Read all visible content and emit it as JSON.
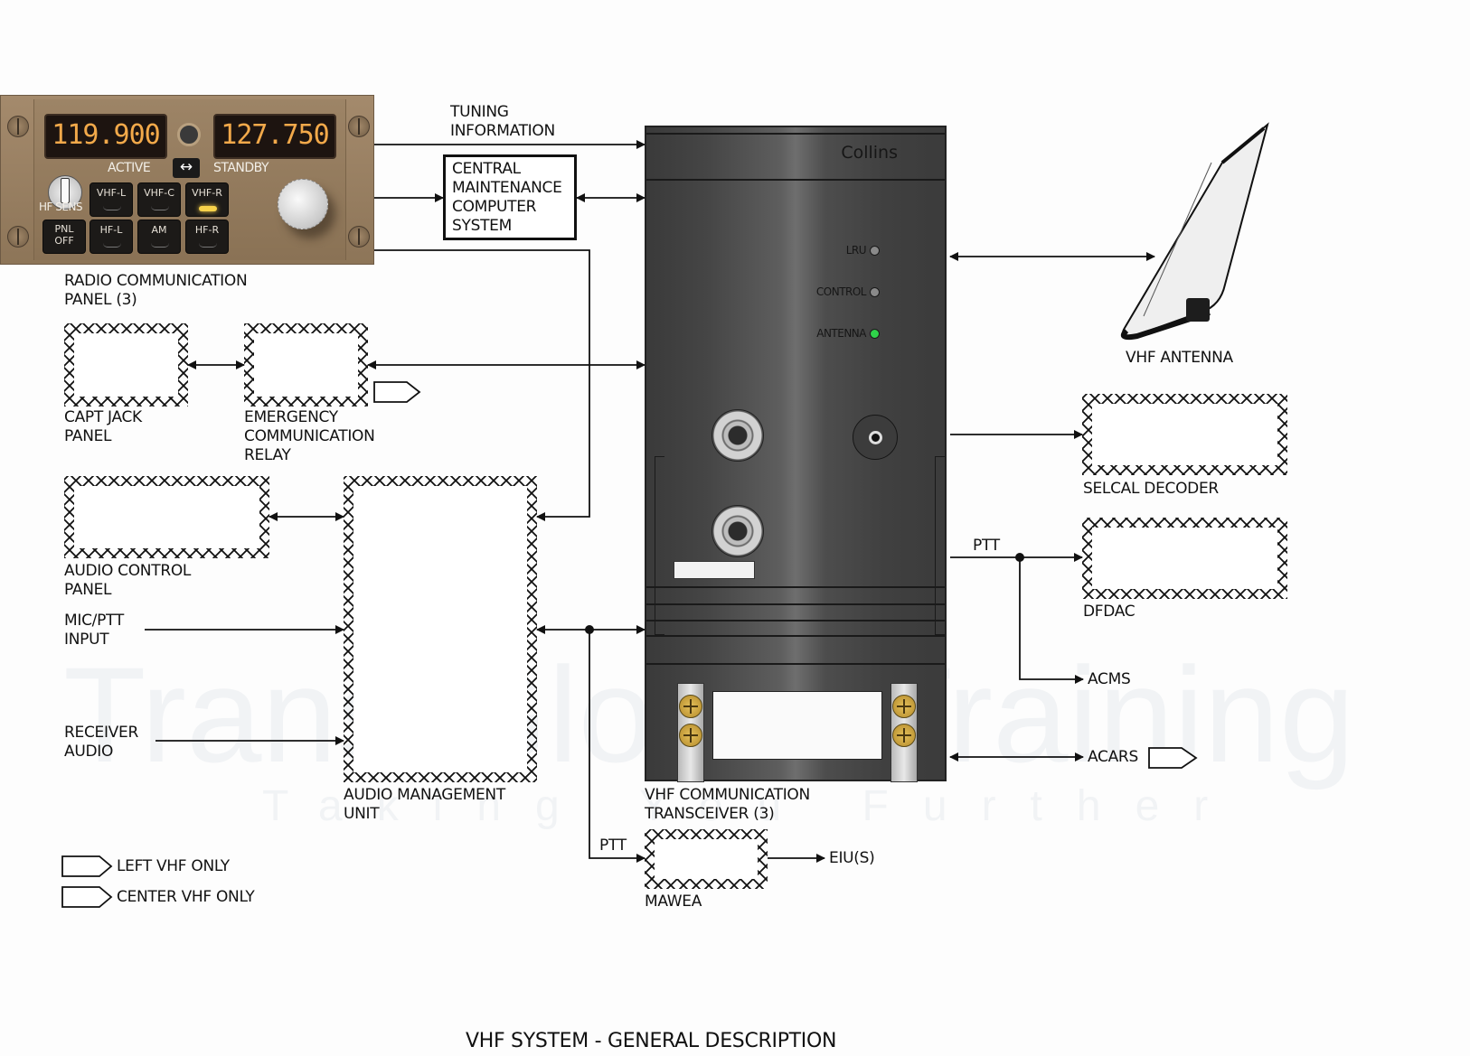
{
  "title": "VHF SYSTEM - GENERAL DESCRIPTION",
  "watermark": {
    "main": "Trans Global Training",
    "sub": "Taking You Further"
  },
  "radio_panel": {
    "label": "RADIO COMMUNICATION\nPANEL (3)",
    "active_freq": "119.900",
    "standby_freq": "127.750",
    "active_label": "ACTIVE",
    "standby_label": "STANDBY",
    "hf_sens_label": "HF SENS",
    "transfer_icon": "double-arrow-icon",
    "buttons": [
      {
        "label": "VHF-L",
        "lamp": false
      },
      {
        "label": "VHF-C",
        "lamp": false
      },
      {
        "label": "VHF-R",
        "lamp": true
      },
      {
        "label": "PNL\nOFF",
        "lamp": null
      },
      {
        "label": "HF-L",
        "lamp": false
      },
      {
        "label": "AM",
        "lamp": false
      },
      {
        "label": "HF-R",
        "lamp": false
      }
    ]
  },
  "signals": {
    "tuning_info": "TUNING\nINFORMATION",
    "ptt_right": "PTT",
    "ptt_bottom": "PTT",
    "mic_ptt": "MIC/PTT\nINPUT",
    "receiver_audio": "RECEIVER\nAUDIO"
  },
  "boxes": {
    "cmcs": "CENTRAL\nMAINTENANCE\nCOMPUTER\nSYSTEM",
    "capt_jack": "CAPT JACK\nPANEL",
    "ecr": "EMERGENCY\nCOMMUNICATION\nRELAY",
    "audio_control": "AUDIO CONTROL\nPANEL",
    "amu": "AUDIO MANAGEMENT\nUNIT",
    "selcal": "SELCAL DECODER",
    "dfdac": "DFDAC",
    "mawea": "MAWEA"
  },
  "destinations": {
    "acms": "ACMS",
    "acars": "ACARS",
    "eiu": "EIU(S)"
  },
  "transceiver": {
    "label": "VHF COMMUNICATION\nTRANSCEIVER (3)",
    "brand": "Collins",
    "leds": [
      {
        "label": "LRU",
        "state": "off"
      },
      {
        "label": "CONTROL",
        "state": "off"
      },
      {
        "label": "ANTENNA",
        "state": "on",
        "color": "#2fd34a"
      }
    ]
  },
  "antenna": {
    "label": "VHF ANTENNA"
  },
  "legend": [
    {
      "label": "LEFT VHF ONLY"
    },
    {
      "label": "CENTER VHF ONLY"
    }
  ]
}
